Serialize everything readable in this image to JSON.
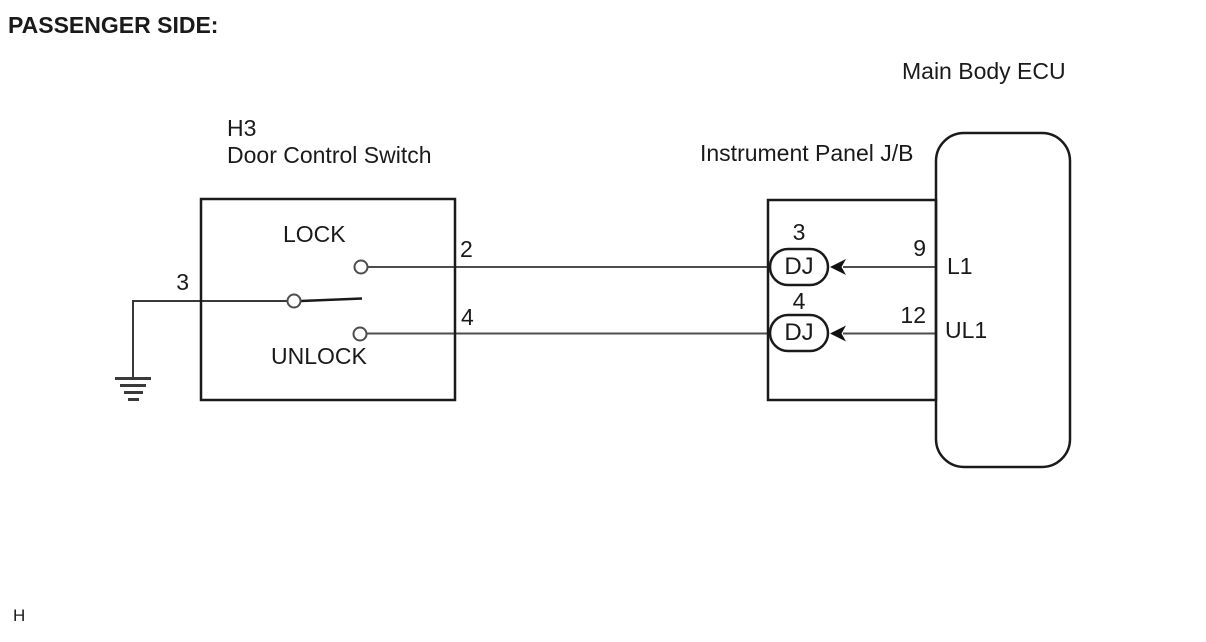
{
  "page": {
    "title": "PASSENGER SIDE:",
    "footer_mark": "H"
  },
  "colors": {
    "background": "#ffffff",
    "outline": "#1a1a1a",
    "wire": "#4d4d4d",
    "text": "#1a1a1a"
  },
  "door_control_switch": {
    "code": "H3",
    "name": "Door Control Switch",
    "lock_label": "LOCK",
    "unlock_label": "UNLOCK",
    "pin_common": "3",
    "pin_lock": "2",
    "pin_unlock": "4"
  },
  "junction_box": {
    "name": "Instrument Panel J/B",
    "connector_lock": {
      "pin": "3",
      "code": "DJ"
    },
    "connector_unlock": {
      "pin": "4",
      "code": "DJ"
    }
  },
  "ecu": {
    "name": "Main Body ECU",
    "pin_lock": {
      "number": "9",
      "label": "L1"
    },
    "pin_unlock": {
      "number": "12",
      "label": "UL1"
    }
  }
}
